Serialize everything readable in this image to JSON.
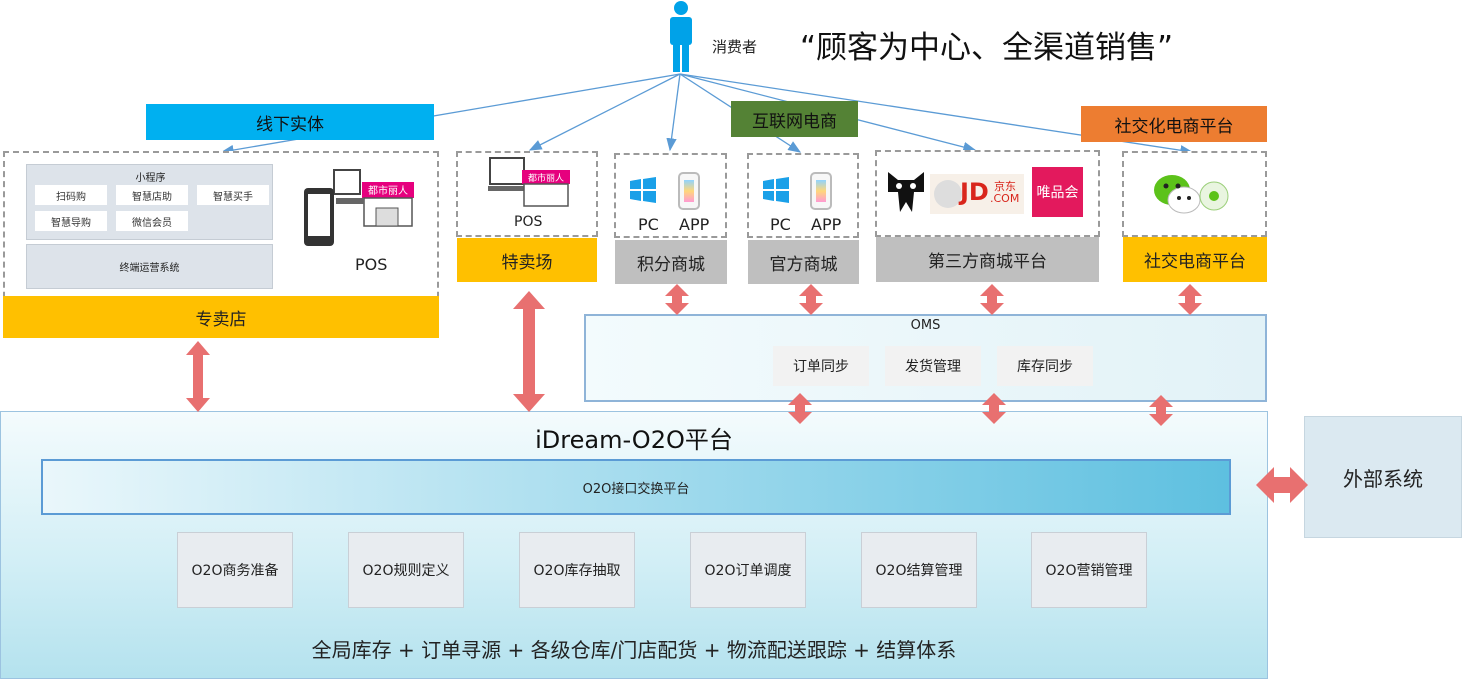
{
  "header": {
    "consumer_label": "消费者",
    "slogan": "“顾客为中心、全渠道销售”"
  },
  "categories": {
    "offline": "线下实体",
    "ecommerce": "互联网电商",
    "social": "社交化电商平台"
  },
  "specialty_store": {
    "mini_program_title": "小程序",
    "mini_items": [
      "扫码购",
      "智慧店助",
      "智慧买手",
      "智慧导购",
      "微信会员"
    ],
    "terminal_system": "终端运营系统",
    "pos_label": "POS",
    "store_logo_text": "都市丽人",
    "label": "专卖店"
  },
  "outlet": {
    "pos_label": "POS",
    "store_logo_text": "都市丽人",
    "label": "特卖场"
  },
  "points_mall": {
    "pc": "PC",
    "app": "APP",
    "label": "积分商城"
  },
  "official_mall": {
    "pc": "PC",
    "app": "APP",
    "label": "官方商城"
  },
  "third_party": {
    "jd_text": "JD",
    "jd_cn": "京东",
    "jd_com": ".COM",
    "vip_text": "唯品会",
    "label": "第三方商城平台"
  },
  "social_platform": {
    "label": "社交电商平台"
  },
  "oms": {
    "title": "OMS",
    "items": [
      "订单同步",
      "发货管理",
      "库存同步"
    ]
  },
  "platform": {
    "title": "iDream-O2O平台",
    "exchange": "O2O接口交换平台",
    "modules": [
      "O2O商务准备",
      "O2O规则定义",
      "O2O库存抽取",
      "O2O订单调度",
      "O2O结算管理",
      "O2O营销管理"
    ],
    "footer": "全局库存 + 订单寻源 + 各级仓库/门店配货 + 物流配送跟踪 + 结算体系"
  },
  "external": {
    "label": "外部系统"
  },
  "colors": {
    "offline": "#00b0f0",
    "ecommerce": "#548235",
    "social": "#ed7d31",
    "yellow": "#ffc000",
    "gray": "#bfbfbf",
    "arrow": "#e87070",
    "line": "#5b9bd5"
  }
}
